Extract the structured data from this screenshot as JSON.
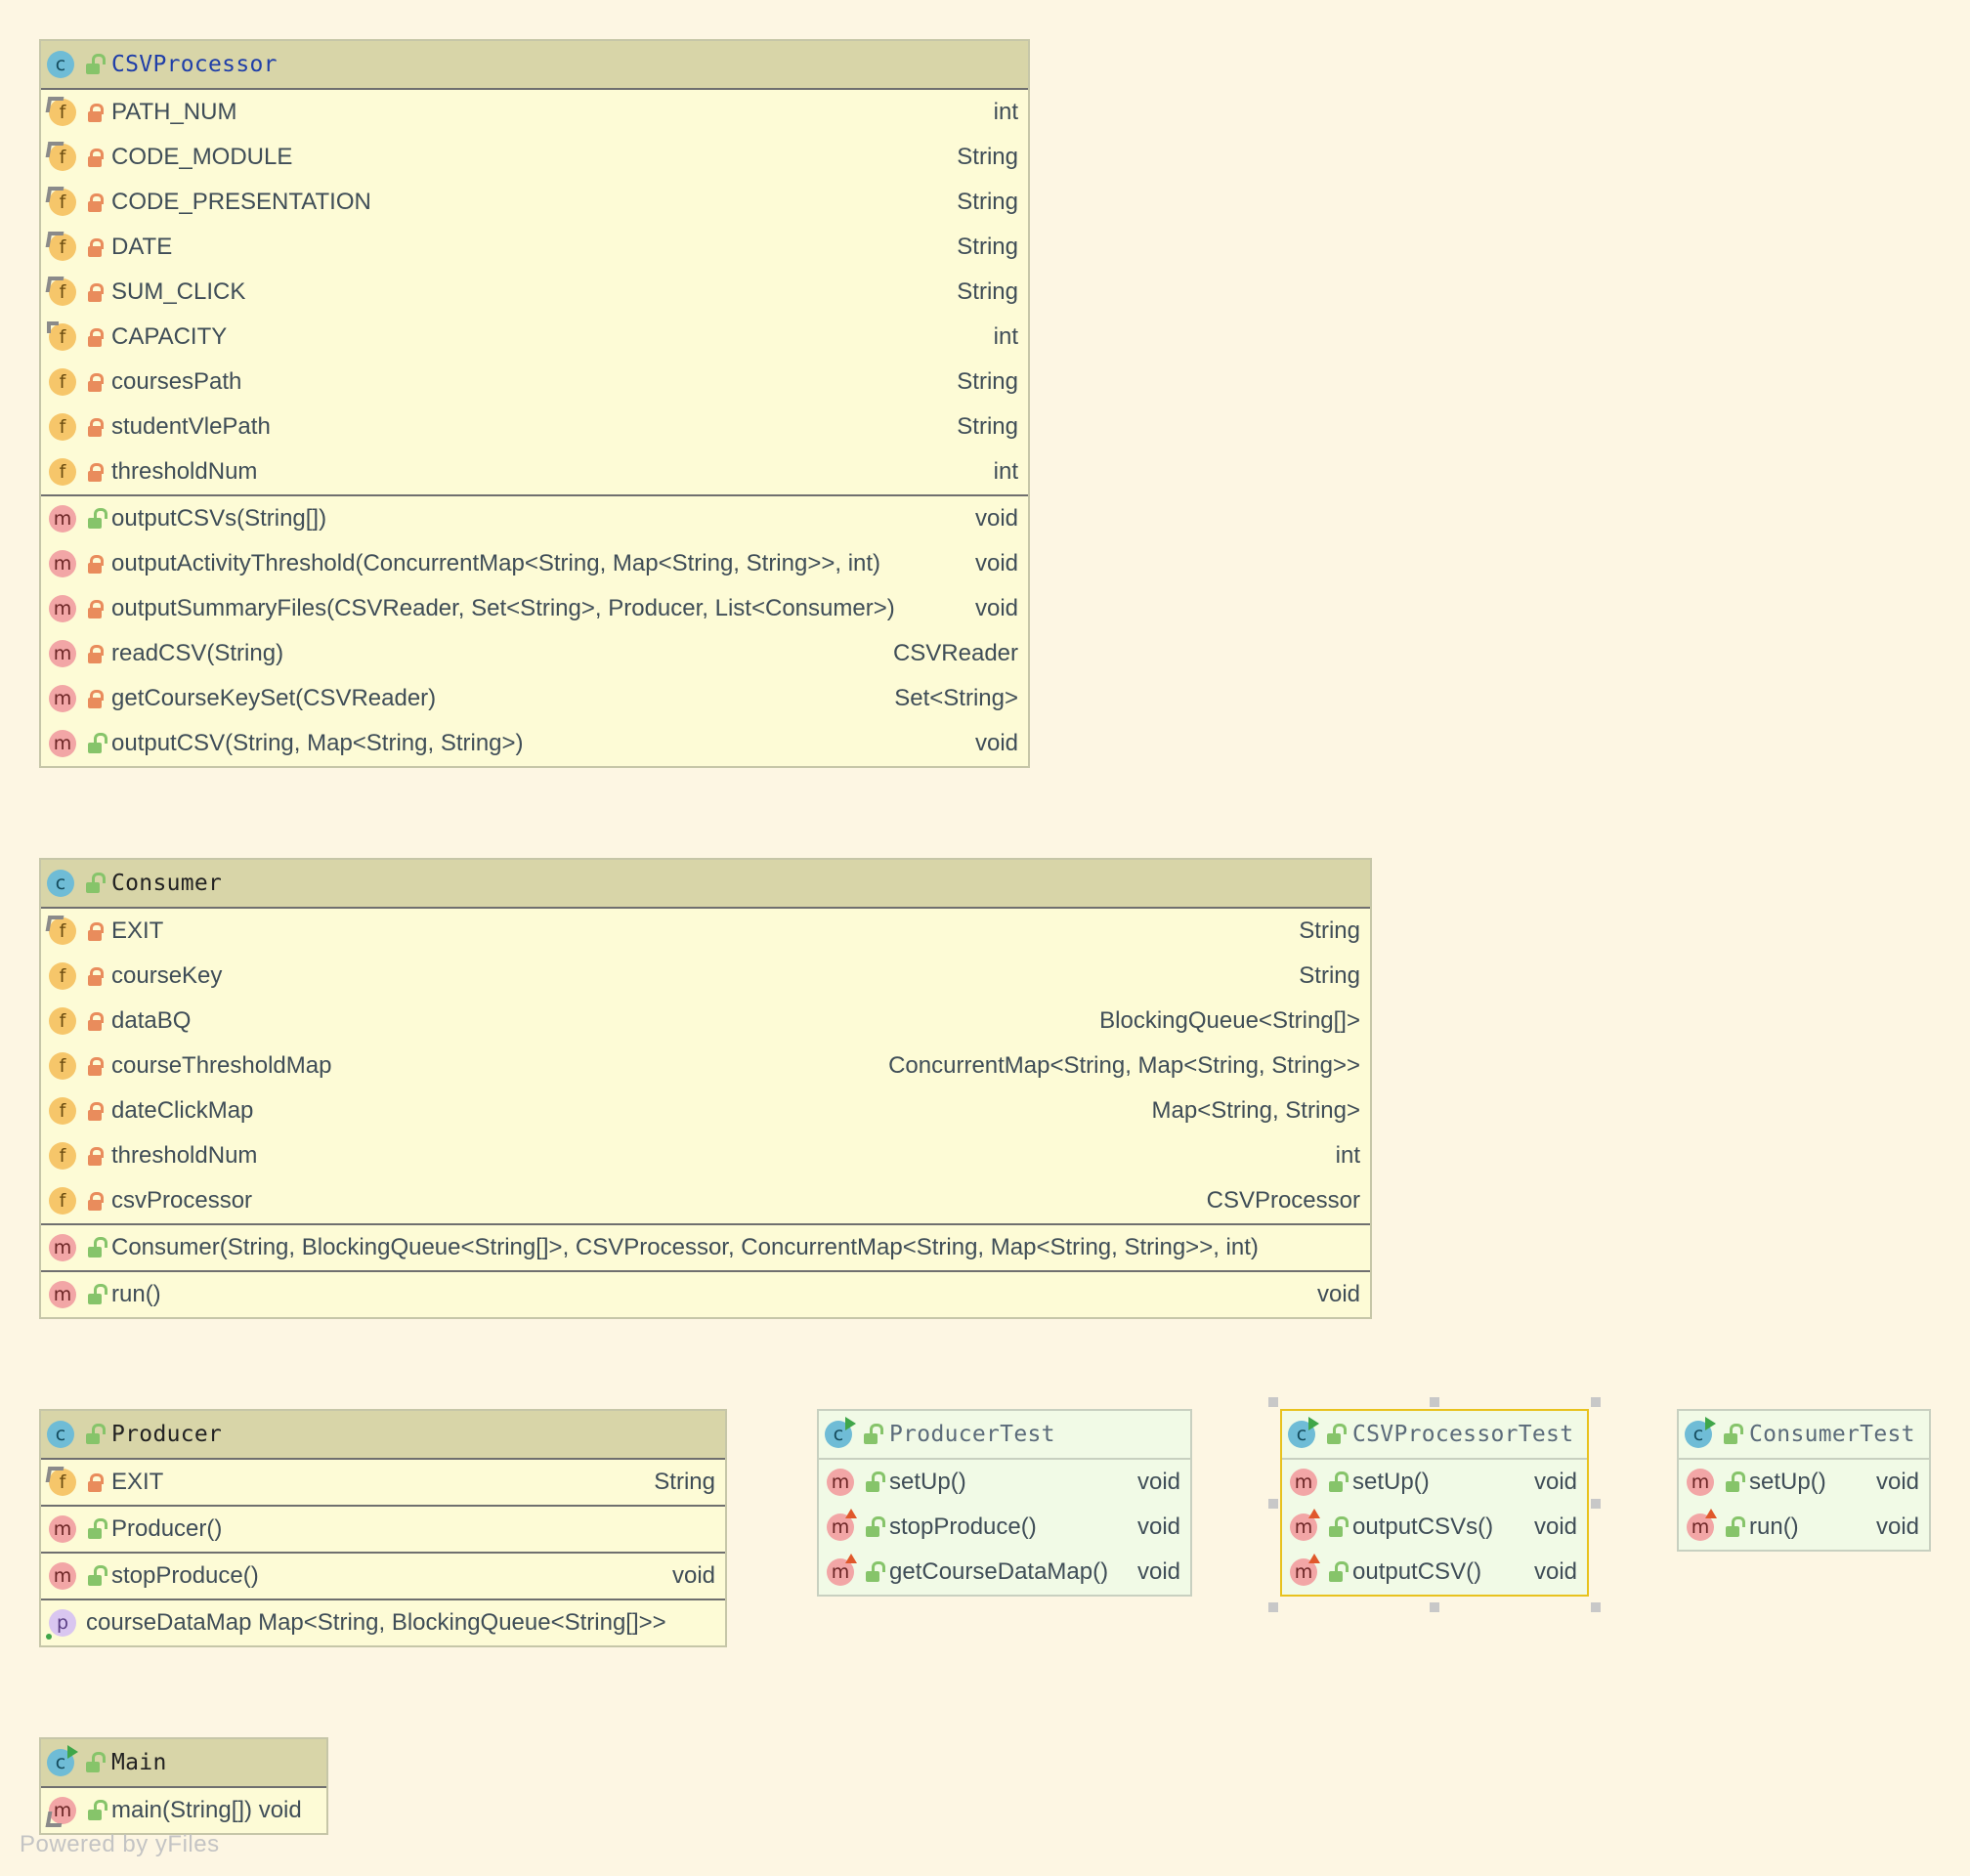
{
  "classes": {
    "csvprocessor": {
      "title": "CSVProcessor",
      "fields": [
        {
          "name": "PATH_NUM",
          "type": "int"
        },
        {
          "name": "CODE_MODULE",
          "type": "String"
        },
        {
          "name": "CODE_PRESENTATION",
          "type": "String"
        },
        {
          "name": "DATE",
          "type": "String"
        },
        {
          "name": "SUM_CLICK",
          "type": "String"
        },
        {
          "name": "CAPACITY",
          "type": "int"
        },
        {
          "name": "coursesPath",
          "type": "String"
        },
        {
          "name": "studentVlePath",
          "type": "String"
        },
        {
          "name": "thresholdNum",
          "type": "int"
        }
      ],
      "methods": [
        {
          "name": "outputCSVs(String[])",
          "type": "void"
        },
        {
          "name": "outputActivityThreshold(ConcurrentMap<String, Map<String, String>>, int)",
          "type": "void"
        },
        {
          "name": "outputSummaryFiles(CSVReader, Set<String>, Producer, List<Consumer>)",
          "type": "void"
        },
        {
          "name": "readCSV(String)",
          "type": "CSVReader"
        },
        {
          "name": "getCourseKeySet(CSVReader)",
          "type": "Set<String>"
        },
        {
          "name": "outputCSV(String, Map<String, String>)",
          "type": "void"
        }
      ]
    },
    "consumer": {
      "title": "Consumer",
      "fields": [
        {
          "name": "EXIT",
          "type": "String"
        },
        {
          "name": "courseKey",
          "type": "String"
        },
        {
          "name": "dataBQ",
          "type": "BlockingQueue<String[]>"
        },
        {
          "name": "courseThresholdMap",
          "type": "ConcurrentMap<String, Map<String, String>>"
        },
        {
          "name": "dateClickMap",
          "type": "Map<String, String>"
        },
        {
          "name": "thresholdNum",
          "type": "int"
        },
        {
          "name": "csvProcessor",
          "type": "CSVProcessor"
        }
      ],
      "constructor": {
        "name": "Consumer(String, BlockingQueue<String[]>, CSVProcessor, ConcurrentMap<String, Map<String, String>>, int)"
      },
      "methods": [
        {
          "name": "run()",
          "type": "void"
        }
      ]
    },
    "producer": {
      "title": "Producer",
      "fields": [
        {
          "name": "EXIT",
          "type": "String"
        }
      ],
      "constructor": {
        "name": "Producer()"
      },
      "methods": [
        {
          "name": "stopProduce()",
          "type": "void"
        }
      ],
      "property": {
        "name": "courseDataMap Map<String, BlockingQueue<String[]>>"
      }
    },
    "producertest": {
      "title": "ProducerTest",
      "methods": [
        {
          "name": "setUp()",
          "type": "void"
        },
        {
          "name": "stopProduce()",
          "type": "void"
        },
        {
          "name": "getCourseDataMap()",
          "type": "void"
        }
      ]
    },
    "csvprocessortest": {
      "title": "CSVProcessorTest",
      "methods": [
        {
          "name": "setUp()",
          "type": "void"
        },
        {
          "name": "outputCSVs()",
          "type": "void"
        },
        {
          "name": "outputCSV()",
          "type": "void"
        }
      ]
    },
    "consumertest": {
      "title": "ConsumerTest",
      "methods": [
        {
          "name": "setUp()",
          "type": "void"
        },
        {
          "name": "run()",
          "type": "void"
        }
      ]
    },
    "main": {
      "title": "Main",
      "methods": [
        {
          "name": "main(String[]) void"
        }
      ]
    }
  },
  "icons": {
    "class": "c",
    "field": "f",
    "method": "m",
    "property": "p"
  },
  "watermark": "Powered by yFiles"
}
